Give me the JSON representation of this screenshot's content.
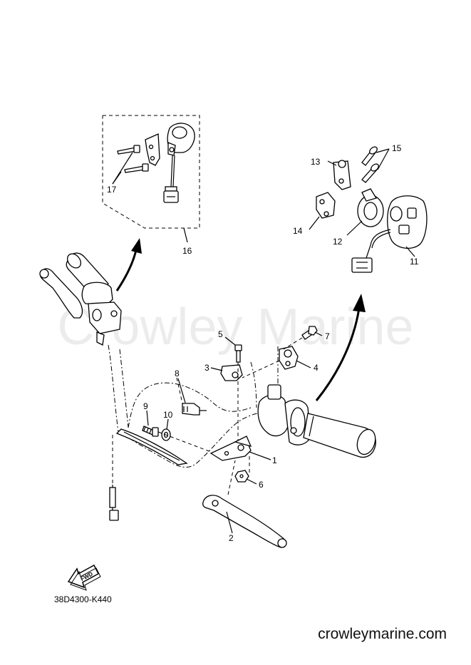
{
  "watermark": "Crowley Marine",
  "website": "crowleymarine.com",
  "diagram_code": "38D4300-K440",
  "fwd_label": "FWD",
  "callouts": [
    "1",
    "2",
    "3",
    "4",
    "5",
    "6",
    "7",
    "8",
    "9",
    "10",
    "11",
    "12",
    "13",
    "14",
    "15",
    "16",
    "17"
  ]
}
